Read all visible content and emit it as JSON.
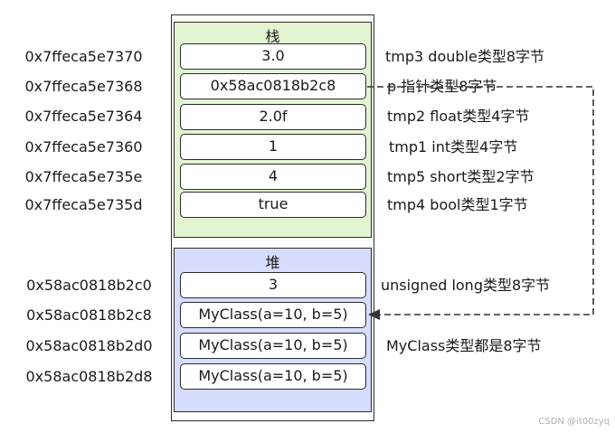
{
  "stack": {
    "title": "栈",
    "cells": [
      {
        "address": "0x7ffeca5e7370",
        "value": "3.0",
        "note": "tmp3 double类型8字节"
      },
      {
        "address": "0x7ffeca5e7368",
        "value": "0x58ac0818b2c8",
        "note": "p 指针类型8字节"
      },
      {
        "address": "0x7ffeca5e7364",
        "value": "2.0f",
        "note": "tmp2 float类型4字节"
      },
      {
        "address": "0x7ffeca5e7360",
        "value": "1",
        "note": "tmp1 int类型4字节"
      },
      {
        "address": "0x7ffeca5e735e",
        "value": "4",
        "note": "tmp5 short类型2字节"
      },
      {
        "address": "0x7ffeca5e735d",
        "value": "true",
        "note": "tmp4 bool类型1字节"
      }
    ]
  },
  "heap": {
    "title": "堆",
    "cells": [
      {
        "address": "0x58ac0818b2c0",
        "value": "3",
        "note": "unsigned long类型8字节"
      },
      {
        "address": "0x58ac0818b2c8",
        "value": "MyClass(a=10, b=5)",
        "note": ""
      },
      {
        "address": "0x58ac0818b2d0",
        "value": "MyClass(a=10, b=5)",
        "note": "MyClass类型都是8字节"
      },
      {
        "address": "0x58ac0818b2d8",
        "value": "MyClass(a=10, b=5)",
        "note": ""
      }
    ]
  },
  "watermark": "CSDN @it00zyq",
  "colors": {
    "stack_bg": "#e3f4d3",
    "heap_bg": "#d6dcfb",
    "line": "#2b2b2b"
  }
}
